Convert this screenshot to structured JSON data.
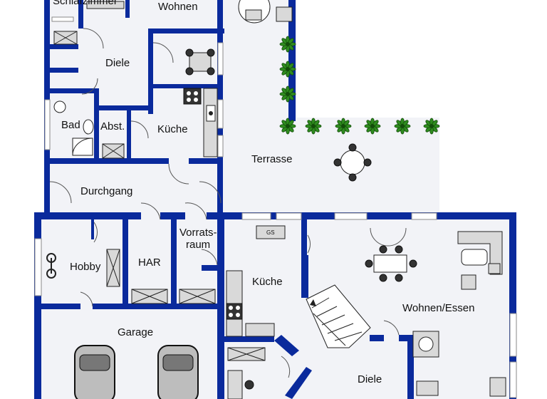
{
  "colors": {
    "wall": "#0a2a9c",
    "floor": "#f2f3f7",
    "plant": "#2e8b1e"
  },
  "rooms": {
    "schlafzimmer": "Schlafzimmer",
    "wohnen_top": "Wohnen",
    "diele_top": "Diele",
    "bad": "Bad",
    "abst": "Abst.",
    "kueche_top": "Küche",
    "terrasse": "Terrasse",
    "durchgang": "Durchgang",
    "vorratsraum_1": "Vorrats-",
    "vorratsraum_2": "raum",
    "hobby": "Hobby",
    "har": "HAR",
    "kueche_bottom": "Küche",
    "wohnen_essen": "Wohnen/Essen",
    "garage": "Garage",
    "diele_bottom": "Diele"
  },
  "appliance_label": "GS",
  "icons": [
    "plant-icon",
    "dining-table-icon",
    "car-icon",
    "sofa-icon",
    "stove-icon",
    "sink-icon",
    "bicycle-icon",
    "bathtub-icon",
    "shower-icon",
    "stairs-icon",
    "washing-machine-icon",
    "armchair-icon"
  ]
}
